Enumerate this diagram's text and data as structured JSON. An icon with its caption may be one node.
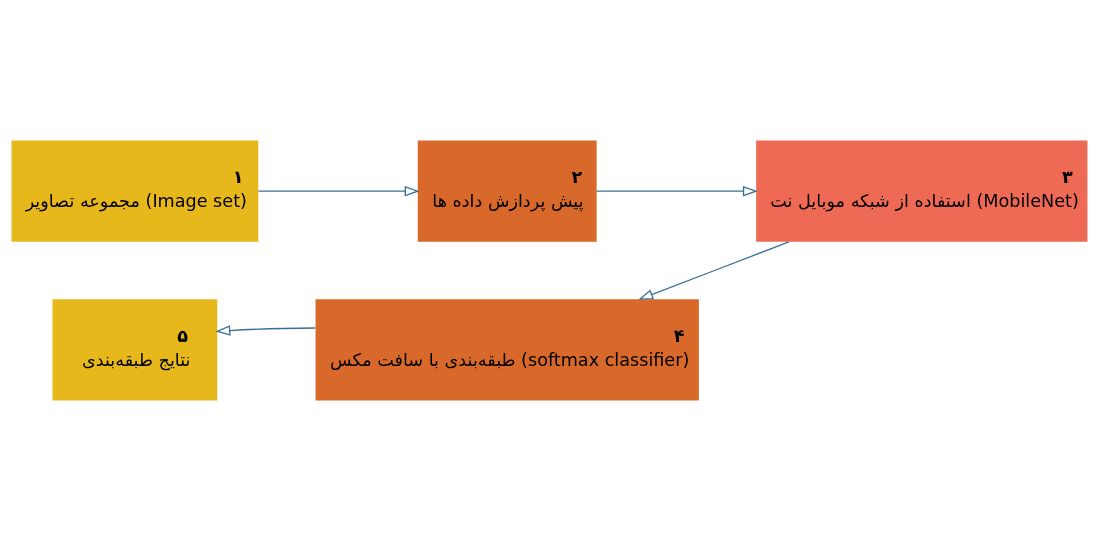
{
  "diagram": {
    "nodes": [
      {
        "text": [
          "۱",
          "مجموعه تصاویر (Image set)"
        ]
      },
      {
        "text": [
          "۲",
          "پیش پردازش داده ها"
        ]
      },
      {
        "text": [
          "۳",
          "استفاده از شبکه موبایل نت (MobileNet)"
        ]
      },
      {
        "text": [
          "۴",
          "طبقه‌بندی با سافت مکس (softmax classifier)"
        ]
      },
      {
        "text": [
          "۵",
          "نتایج طبقه‌بندی"
        ]
      }
    ],
    "edges": [
      {
        "from": 0,
        "to": 1,
        "arrow": "to"
      },
      {
        "from": 1,
        "to": 2,
        "arrow": "to"
      },
      {
        "from": 2,
        "to": 3,
        "arrow": "to"
      },
      {
        "from": 3,
        "to": 4,
        "arrow": "to"
      }
    ]
  }
}
